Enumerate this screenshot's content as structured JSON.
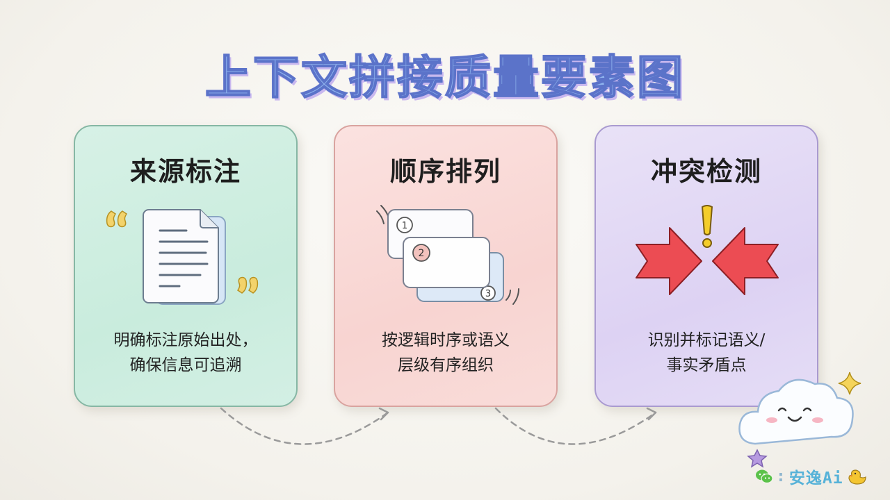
{
  "title": "上下文拼接质量要素图",
  "cards": [
    {
      "title": "来源标注",
      "desc_line1": "明确标注原始出处，",
      "desc_line2": "确保信息可追溯",
      "icon": "document-quote-icon",
      "accent": "#c9ecdd"
    },
    {
      "title": "顺序排列",
      "desc_line1": "按逻辑时序或语义",
      "desc_line2": "层级有序组织",
      "icon": "ordered-cards-icon",
      "accent": "#f8d4d1",
      "badges": [
        "1",
        "2",
        "3"
      ]
    },
    {
      "title": "冲突检测",
      "desc_line1": "识别并标记语义/",
      "desc_line2": "事实矛盾点",
      "icon": "conflict-arrows-icon",
      "accent": "#ddd2f3"
    }
  ],
  "watermark": {
    "separator": ":",
    "brand": "安逸Ai",
    "icon": "wechat-icon"
  },
  "colors": {
    "title_fill": "#8fb4ee",
    "title_stroke": "#5b73c9",
    "arrow_red": "#e8484f",
    "exclamation": "#f2c21b"
  }
}
